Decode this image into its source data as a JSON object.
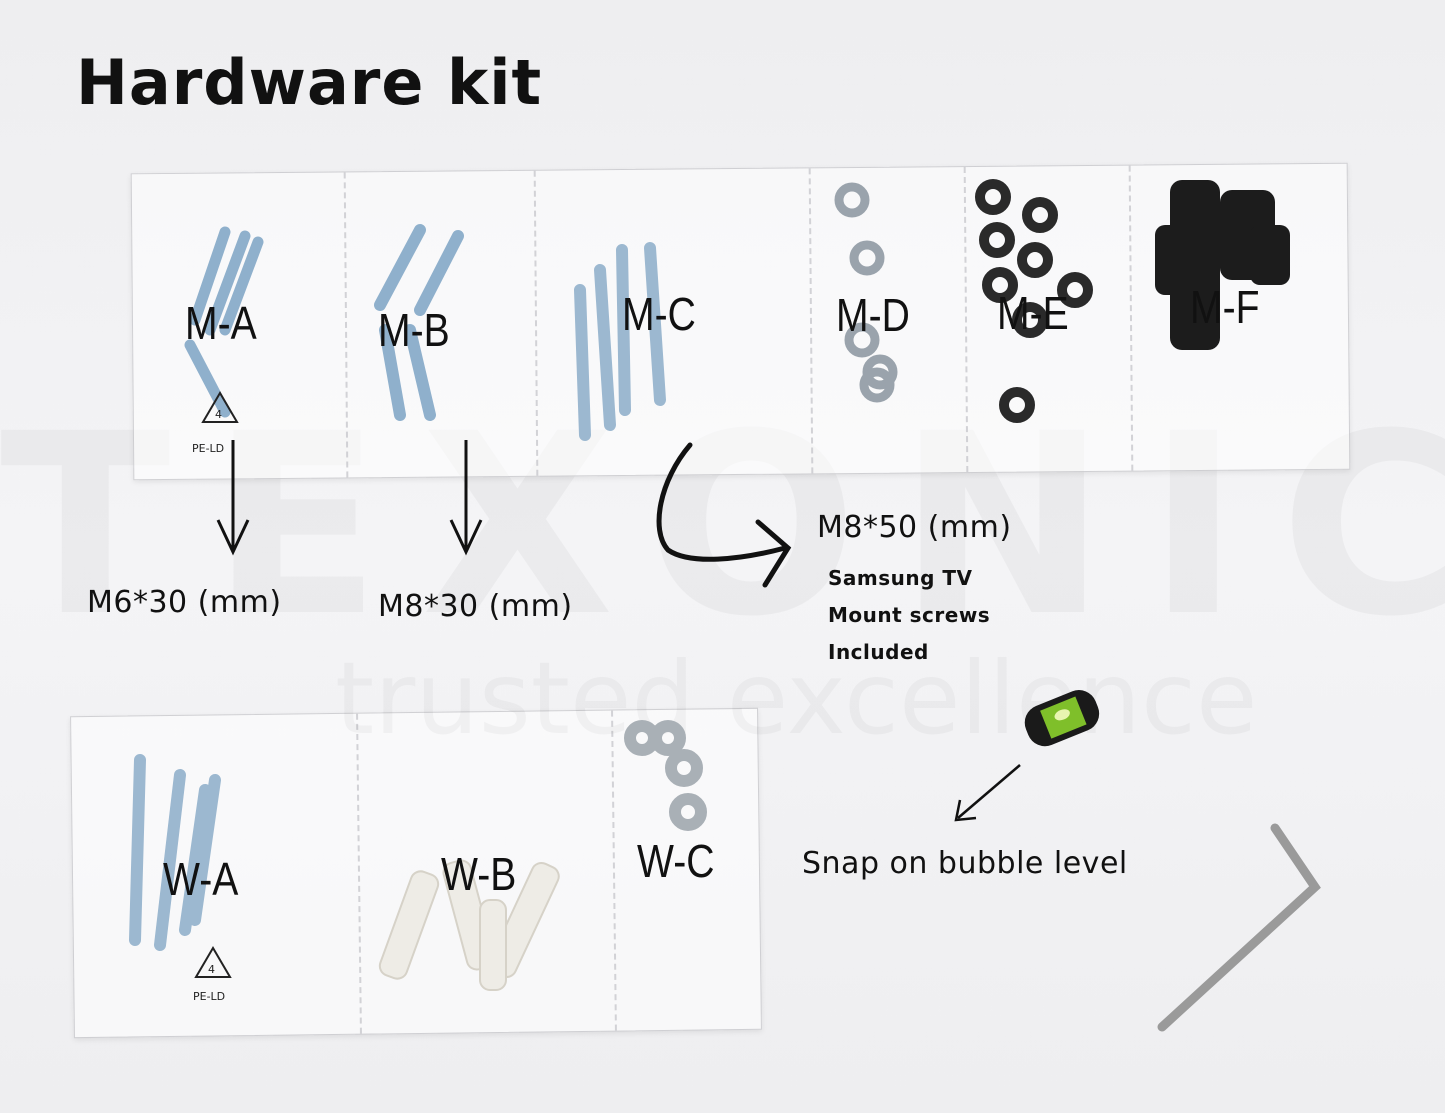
{
  "title": "Hardware kit",
  "watermark": {
    "brand": "TEXONIC",
    "tagline": "trusted excellence"
  },
  "top_bag": {
    "compartments": [
      {
        "label": "M-A",
        "recycle_code": "4",
        "recycle_text": "PE-LD"
      },
      {
        "label": "M-B"
      },
      {
        "label": "M-C"
      },
      {
        "label": "M-D"
      },
      {
        "label": "M-E"
      },
      {
        "label": "M-F"
      }
    ]
  },
  "bottom_bag": {
    "compartments": [
      {
        "label": "W-A",
        "recycle_code": "4",
        "recycle_text": "PE-LD"
      },
      {
        "label": "W-B"
      },
      {
        "label": "W-C"
      }
    ]
  },
  "annotations": {
    "m_a_size": "M6*30 (mm)",
    "m_b_size": "M8*30 (mm)",
    "m_c_size": "M8*50 (mm)",
    "m_c_note": [
      "Samsung TV",
      "Mount screws",
      "Included"
    ],
    "level_label": "Snap on bubble level"
  }
}
